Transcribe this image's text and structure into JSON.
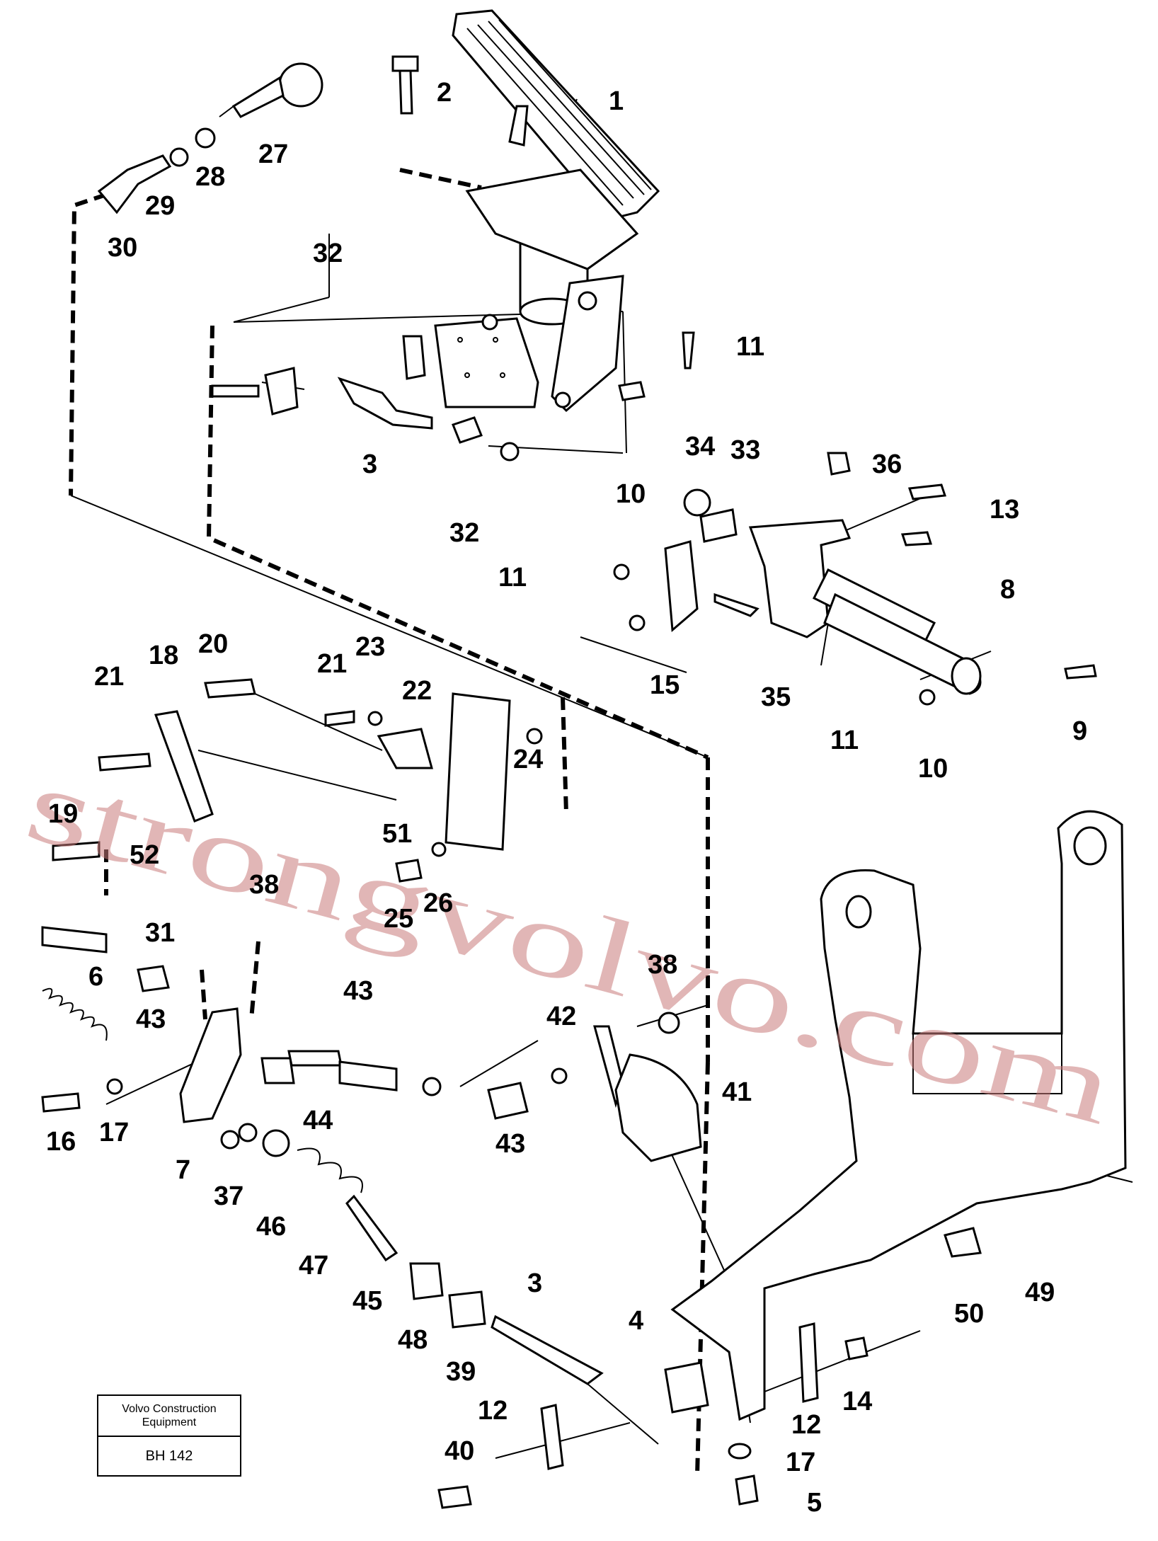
{
  "watermark": "strongvolvo.com",
  "logo": {
    "line1": "Volvo Construction",
    "line2": "Equipment",
    "code": "BH 142"
  },
  "callouts": [
    "1",
    "2",
    "3",
    "32",
    "11",
    "27",
    "28",
    "29",
    "30",
    "32",
    "34",
    "33",
    "36",
    "13",
    "10",
    "11",
    "8",
    "15",
    "35",
    "9",
    "11",
    "10",
    "18",
    "20",
    "21",
    "23",
    "22",
    "24",
    "21",
    "19",
    "51",
    "52",
    "25",
    "26",
    "31",
    "38",
    "6",
    "43",
    "38",
    "43",
    "42",
    "41",
    "16",
    "17",
    "7",
    "44",
    "43",
    "37",
    "46",
    "47",
    "45",
    "48",
    "3",
    "39",
    "4",
    "40",
    "12",
    "12",
    "14",
    "17",
    "5",
    "50",
    "49"
  ]
}
